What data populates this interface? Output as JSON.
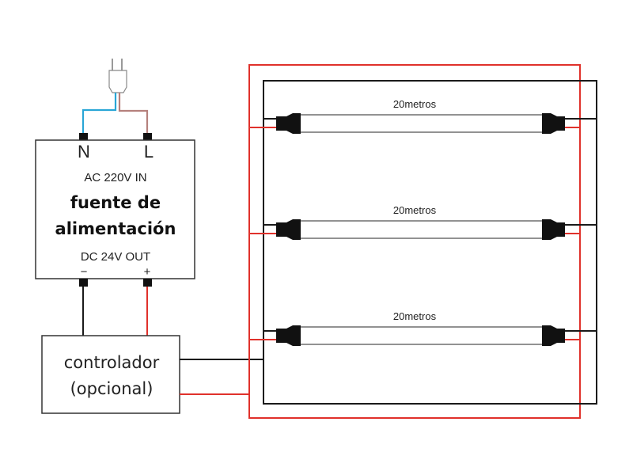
{
  "colors": {
    "wire_black": "#1a1a1a",
    "wire_red": "#e0312b",
    "wire_blue": "#2aa6d6",
    "wire_brown": "#b5817d",
    "tube_stroke": "#6e6e6e",
    "connector": "#111111"
  },
  "plug": {
    "name": "mains-plug"
  },
  "power_supply": {
    "terminal_n": "N",
    "terminal_l": "L",
    "input_label": "AC 220V IN",
    "title_line1": "fuente de",
    "title_line2": "alimentación",
    "output_label": "DC 24V OUT",
    "terminal_minus": "−",
    "terminal_plus": "+"
  },
  "controller": {
    "line1": "controlador",
    "line2": "(opcional)"
  },
  "strips": [
    {
      "label": "20metros"
    },
    {
      "label": "20metros"
    },
    {
      "label": "20metros"
    }
  ]
}
